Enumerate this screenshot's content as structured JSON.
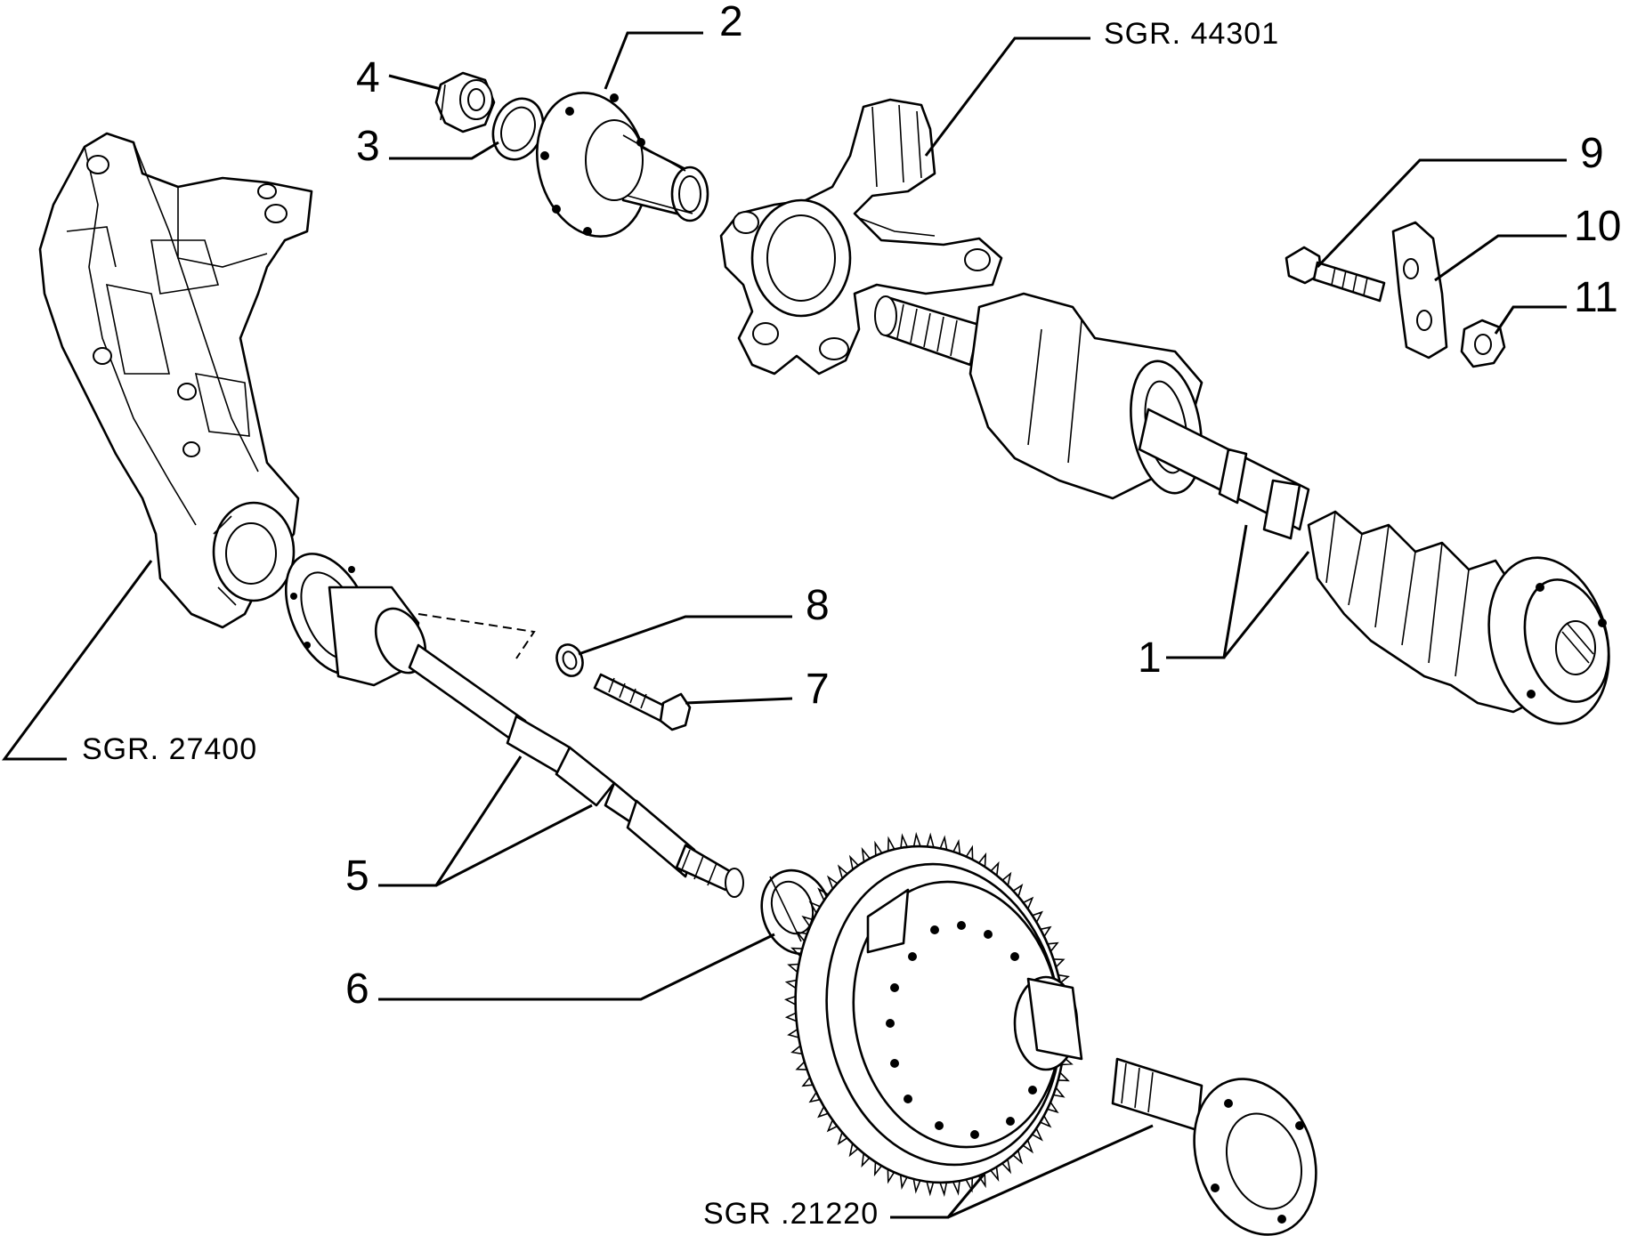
{
  "callouts": {
    "c1": "1",
    "c2": "2",
    "c3": "3",
    "c4": "4",
    "c5": "5",
    "c6": "6",
    "c7": "7",
    "c8": "8",
    "c9": "9",
    "c10": "10",
    "c11": "11"
  },
  "references": {
    "steering_knuckle": "SGR. 44301",
    "rear_suspension_arm": "SGR. 27400",
    "differential": "SGR .21220"
  }
}
